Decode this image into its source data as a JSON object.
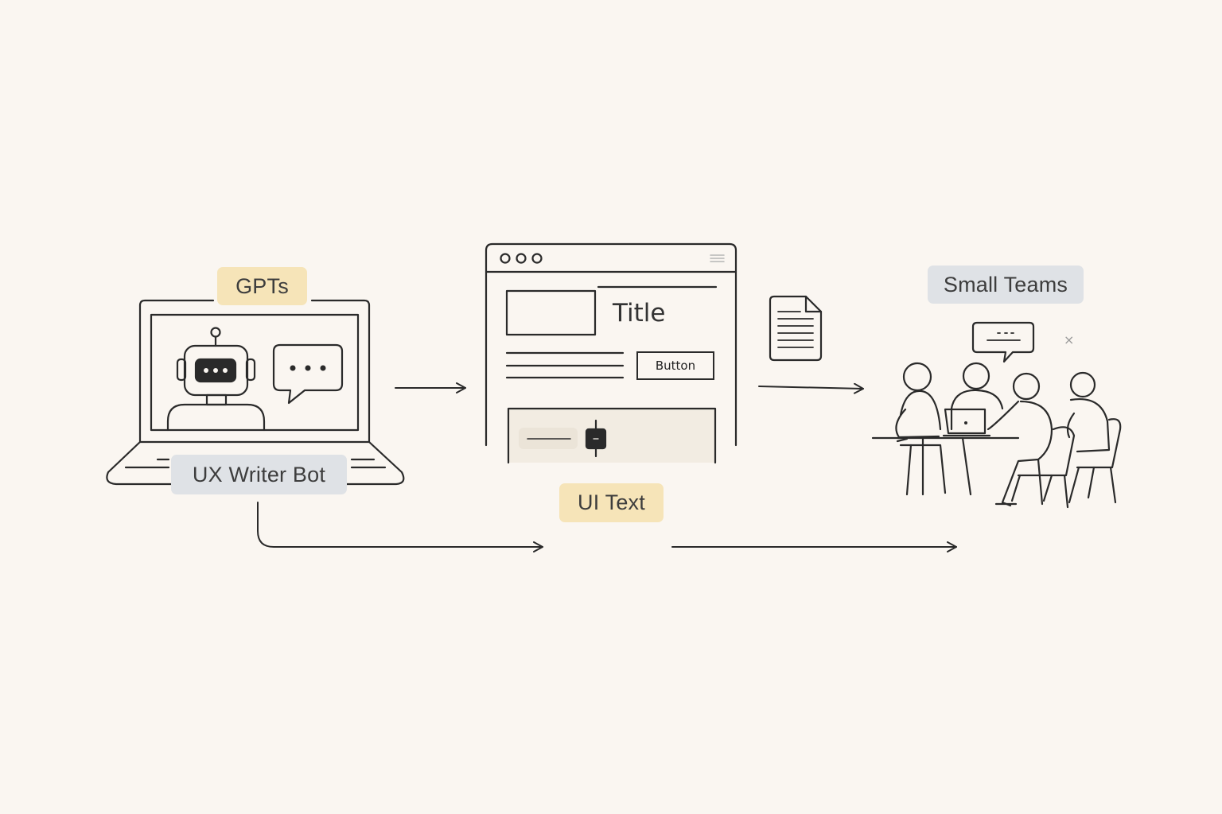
{
  "labels": {
    "gpts": "GPTs",
    "ux_writer_bot": "UX Writer Bot",
    "ui_text": "UI Text",
    "small_teams": "Small Teams"
  },
  "mockup": {
    "title": "Title",
    "button": "Button"
  },
  "icons": {
    "laptop": "laptop-icon",
    "robot": "robot-icon",
    "speech_bubble": "speech-bubble-icon",
    "browser_window": "browser-window-icon",
    "document": "document-icon",
    "team_meeting": "team-meeting-icon",
    "close": "close-icon"
  },
  "colors": {
    "background": "#faf6f1",
    "stroke": "#2a2a2a",
    "pill_yellow": "#f6e4b8",
    "pill_blue": "#dfe2e6"
  }
}
